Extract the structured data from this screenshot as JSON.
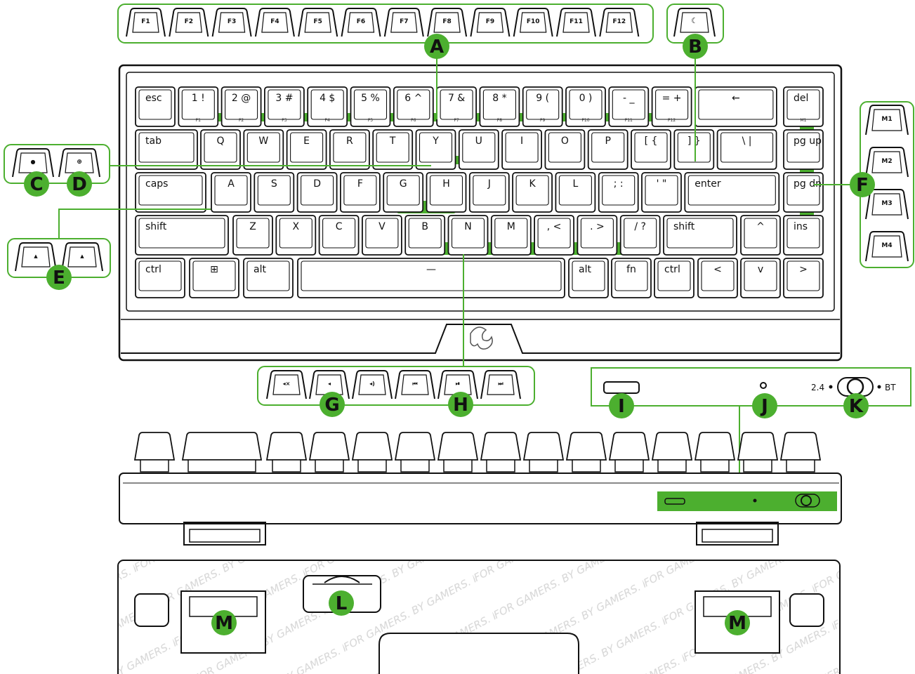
{
  "fkeys": [
    "F1",
    "F2",
    "F3",
    "F4",
    "F5",
    "F6",
    "F7",
    "F8",
    "F9",
    "F10",
    "F11",
    "F12"
  ],
  "row1": [
    {
      "main": "esc",
      "sub": ""
    },
    {
      "main": "1 !",
      "sub": "F1"
    },
    {
      "main": "2 @",
      "sub": "F2"
    },
    {
      "main": "3 #",
      "sub": "F3"
    },
    {
      "main": "4 $",
      "sub": "F4"
    },
    {
      "main": "5 %",
      "sub": "F5"
    },
    {
      "main": "6 ^",
      "sub": "F6"
    },
    {
      "main": "7 &",
      "sub": "F7"
    },
    {
      "main": "8 *",
      "sub": "F8"
    },
    {
      "main": "9 (",
      "sub": "F9"
    },
    {
      "main": "0 )",
      "sub": "F10"
    },
    {
      "main": "- _",
      "sub": "F11"
    },
    {
      "main": "= +",
      "sub": "F12"
    },
    {
      "main": "←",
      "sub": ""
    },
    {
      "main": "del",
      "sub": "M1"
    }
  ],
  "row2": [
    "tab",
    "Q",
    "W",
    "E",
    "R",
    "T",
    "Y",
    "U",
    "I",
    "O",
    "P",
    "[ {",
    "] }",
    "\\ |",
    "pg up"
  ],
  "row3": [
    "caps",
    "A",
    "S",
    "D",
    "F",
    "G",
    "H",
    "J",
    "K",
    "L",
    "; :",
    "' \"",
    "enter",
    "pg dn"
  ],
  "row4": [
    "shift",
    "Z",
    "X",
    "C",
    "V",
    "B",
    "N",
    "M",
    ", <",
    ". >",
    "/ ?",
    "shift",
    "^",
    "ins"
  ],
  "row5": [
    "ctrl",
    "win",
    "alt",
    "—",
    "alt",
    "fn",
    "ctrl",
    "<",
    "v",
    ">"
  ],
  "macro_keys": [
    "M1",
    "M2",
    "M3",
    "M4"
  ],
  "media_keys": [
    "mute",
    "vol-down",
    "vol-up",
    "prev",
    "play-pause",
    "next"
  ],
  "callouts": {
    "A": "A",
    "B": "B",
    "C": "C",
    "D": "D",
    "E": "E",
    "F": "F",
    "G": "G",
    "H": "H",
    "I": "I",
    "J": "J",
    "K": "K",
    "L": "L",
    "M": "M"
  },
  "switch_labels": {
    "left": "2.4",
    "right": "BT"
  },
  "watermark": "FOR GAMERS. BY GAMERS.",
  "colors": {
    "accent": "#4caf2f",
    "outline": "#1a1a1a"
  }
}
